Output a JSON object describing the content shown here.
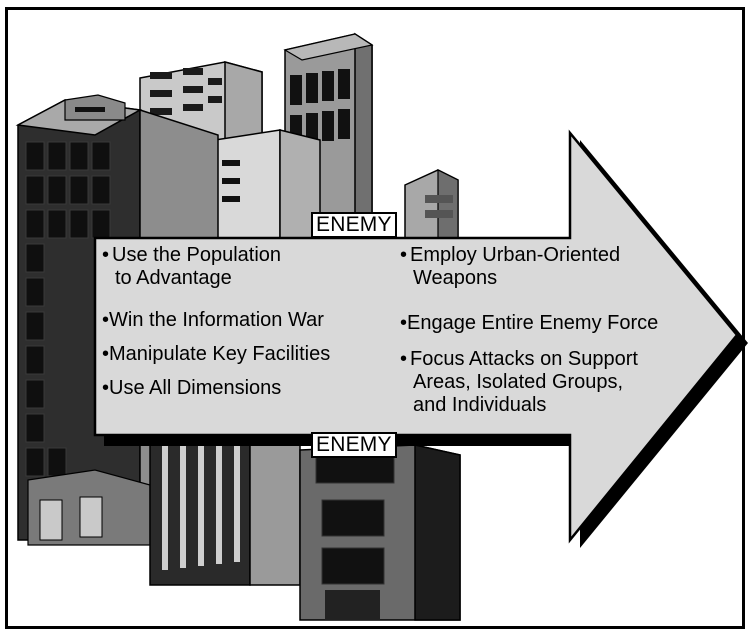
{
  "enemy_top": "ENEMY",
  "enemy_bottom": "ENEMY",
  "left_list": [
    {
      "lines": [
        "Use the Population",
        "to Advantage"
      ]
    },
    {
      "lines": [
        "Win the Information War"
      ]
    },
    {
      "lines": [
        "Manipulate Key Facilities"
      ]
    },
    {
      "lines": [
        "Use All Dimensions"
      ]
    }
  ],
  "right_list": [
    {
      "lines": [
        "Employ Urban-Oriented",
        "Weapons"
      ]
    },
    {
      "lines": [
        "Engage Entire Enemy Force"
      ]
    },
    {
      "lines": [
        "Focus Attacks on Support",
        "Areas, Isolated Groups,",
        "and Individuals"
      ]
    }
  ],
  "bullet_char": "•",
  "colors": {
    "arrow_fill": "#d9d9d9",
    "arrow_shadow": "#000000",
    "building_dark": "#2b2b2b",
    "building_mid": "#8c8c8c",
    "building_light": "#c8c8c8"
  }
}
